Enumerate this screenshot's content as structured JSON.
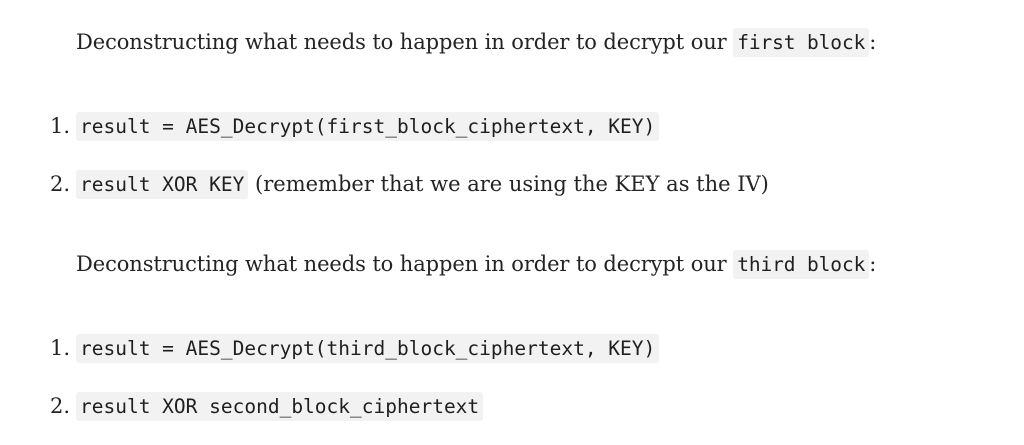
{
  "sections": [
    {
      "intro_text": "Deconstructing what needs to happen in order to decrypt our",
      "intro_code": "first block",
      "intro_suffix": ":",
      "steps": [
        {
          "number": "1.",
          "code": "result = AES_Decrypt(first_block_ciphertext, KEY)",
          "text": ""
        },
        {
          "number": "2.",
          "code": "result XOR KEY",
          "text": " (remember that we are using the KEY as the IV)"
        }
      ]
    },
    {
      "intro_text": "Deconstructing what needs to happen in order to decrypt our",
      "intro_code": "third block",
      "intro_suffix": ":",
      "steps": [
        {
          "number": "1.",
          "code": "result = AES_Decrypt(third_block_ciphertext, KEY)",
          "text": ""
        },
        {
          "number": "2.",
          "code": "result XOR second_block_ciphertext",
          "text": ""
        }
      ]
    }
  ]
}
